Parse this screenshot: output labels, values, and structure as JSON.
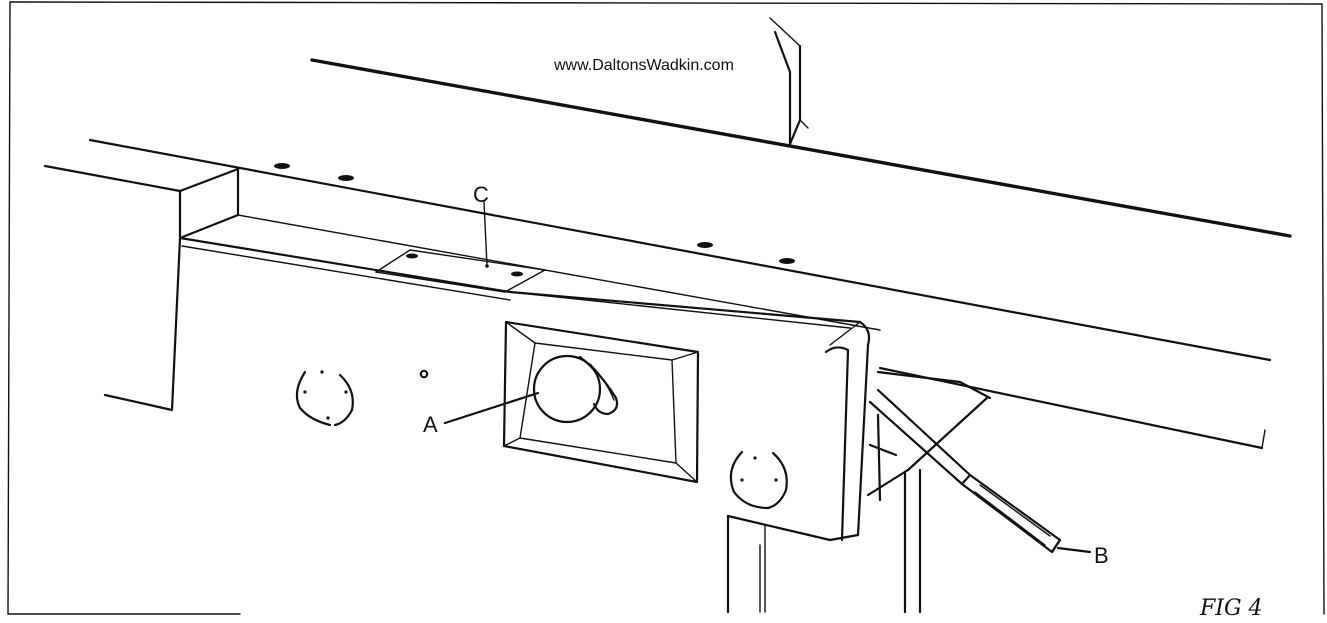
{
  "figure": {
    "watermark": "www.DaltonsWadkin.com",
    "caption": "FIG 4",
    "labels": {
      "a": "A",
      "b": "B",
      "c": "C"
    }
  }
}
